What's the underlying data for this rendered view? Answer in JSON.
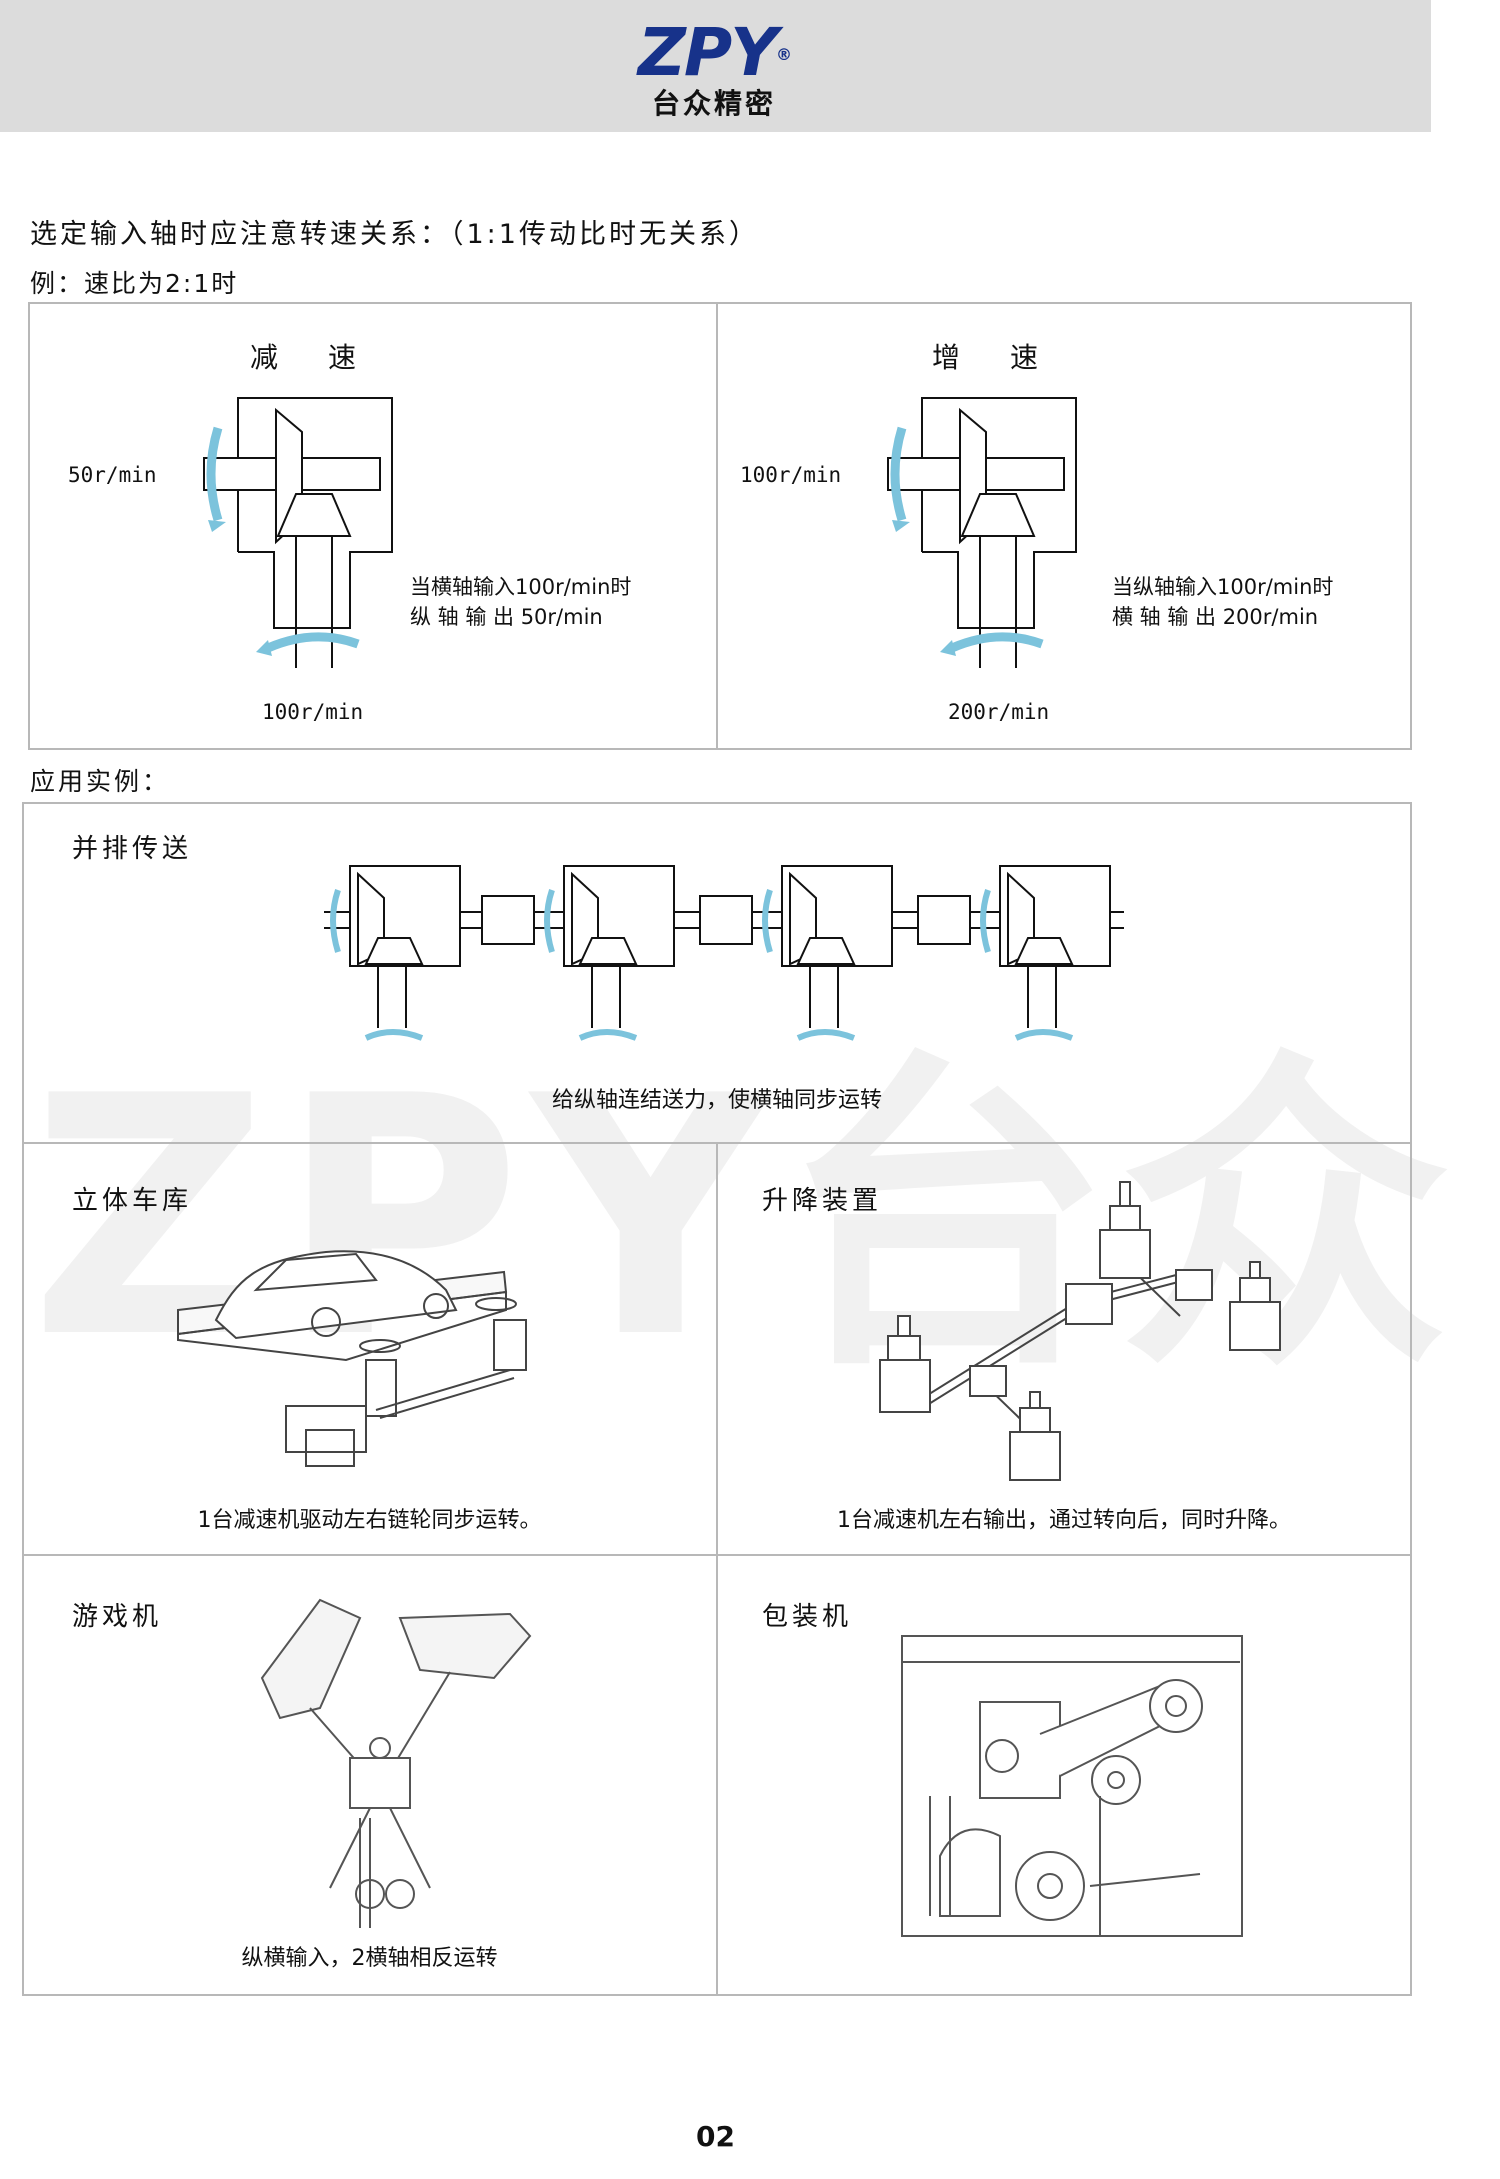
{
  "header": {
    "logo_text": "ZPY",
    "logo_reg": "®",
    "company": "台众精密",
    "brand_color": "#17328a"
  },
  "intro": {
    "heading": "选定输入轴时应注意转速关系：（1:1传动比时无关系）",
    "example": "例：速比为2:1时"
  },
  "speed_diagrams": {
    "reduce": {
      "title": "减速",
      "title_chars": [
        "减",
        "速"
      ],
      "input_speed": "50r/min",
      "output_speed": "100r/min",
      "note": "当横轴输入100r/min时\n纵 轴 输 出 50r/min"
    },
    "increase": {
      "title": "增速",
      "title_chars": [
        "增",
        "速"
      ],
      "input_speed": "100r/min",
      "output_speed": "200r/min",
      "note": "当纵轴输入100r/min时\n横 轴 输 出 200r/min"
    },
    "arrow_color": "#7cc3dc"
  },
  "applications": {
    "heading": "应用实例：",
    "parallel": {
      "title": "并排传送",
      "caption": "给纵轴连结送力，使横轴同步运转"
    },
    "garage": {
      "title": "立体车库",
      "caption": "1台减速机驱动左右链轮同步运转。"
    },
    "lift": {
      "title": "升降装置",
      "caption": "1台减速机左右输出，通过转向后，同时升降。"
    },
    "game": {
      "title": "游戏机",
      "caption": "纵横输入，2横轴相反运转"
    },
    "packaging": {
      "title": "包装机",
      "caption": ""
    },
    "watermark": "ZPY台众"
  },
  "page_number": "02"
}
